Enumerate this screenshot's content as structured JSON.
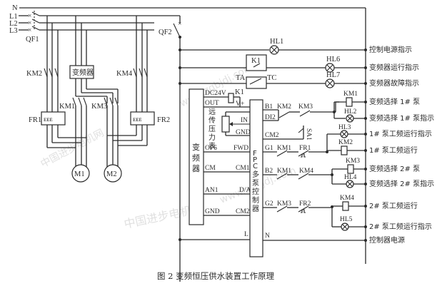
{
  "caption": "图 2    变频恒压供水装置工作原理",
  "watermarks": [
    "www.zgbjdj.com",
    "中国进步电机网",
    "中国进步电机网",
    "www.zgbjdj.com"
  ],
  "power": {
    "lines": [
      "N",
      "L1",
      "L2",
      "L3"
    ],
    "main_breaker": "QF1",
    "control_breaker": "QF2"
  },
  "main_circuit": {
    "inverter": "变频器",
    "contactors": [
      "KM2",
      "KM1",
      "KM3",
      "KM4"
    ],
    "overloads": [
      "FR1",
      "FR2"
    ],
    "overload_symbol": "ᴇᴇᴇ",
    "motors": [
      "M1",
      "M2"
    ]
  },
  "control_circuit": {
    "relay_k1": "K1",
    "ta": "TA",
    "tc": "TC",
    "lamps": [
      "HL1",
      "HL6",
      "HL7",
      "HL2",
      "HL3",
      "HL4",
      "HL5"
    ],
    "coils": [
      "KM1",
      "KM2",
      "KM3",
      "KM4"
    ],
    "inverter_vertical": "变频器",
    "inverter_terminals": [
      "DC24V",
      "OUT",
      "OP6",
      "CM",
      "AN1",
      "GND"
    ],
    "sensor_label": "远传压力表",
    "sensor_terminals": [
      "V+",
      "IN",
      "GND"
    ],
    "controller_left_terminals": [
      "FWD",
      "CM1",
      "D/A",
      "CM2",
      "L"
    ],
    "controller_vertical": "FPC多泵控制器",
    "controller_right_terminals": [
      "B1",
      "DI2",
      "CM2",
      "G1",
      "B2",
      "G2",
      "N"
    ],
    "contacts": {
      "row_b1": [
        "KM2",
        "KM3"
      ],
      "sa1": "SA1",
      "row_g1": [
        "KM1",
        "FR1"
      ],
      "row_b2": [
        "KM1",
        "KM4"
      ],
      "row_g2": [
        "KM3",
        "FR2"
      ]
    }
  },
  "right_labels": [
    "控制电源指示",
    "变频器运行指示",
    "变频器故障指示",
    "变频选择 1# 泵",
    "变频选择 1# 泵指示",
    "1# 泵工频运行指示",
    "1# 泵工频运行",
    "变频选择 2# 泵",
    "变频选择 2# 泵指示",
    "2# 泵工频运行",
    "2# 泵工频运行指示",
    "控制器电源"
  ]
}
